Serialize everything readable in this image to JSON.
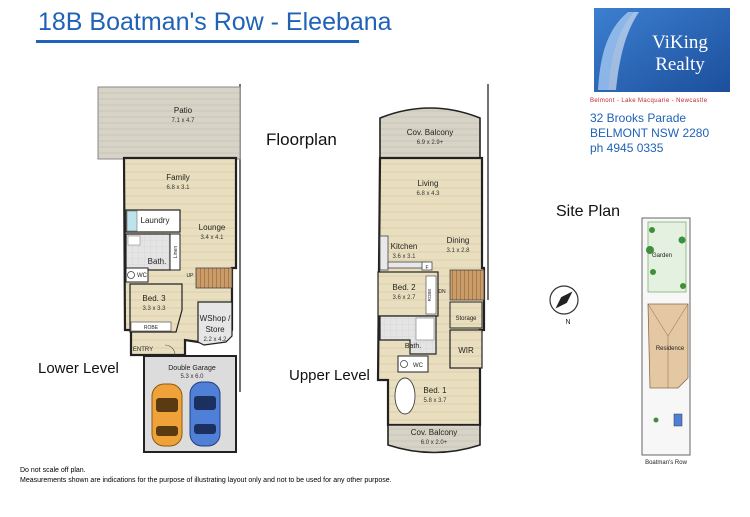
{
  "header": {
    "title": "18B Boatman's Row - Eleebana"
  },
  "labels": {
    "floorplan": "Floorplan",
    "site_plan": "Site Plan",
    "lower_level": "Lower Level",
    "upper_level": "Upper Level"
  },
  "agency": {
    "name_line1": "ViKing",
    "name_line2": "Realty",
    "tagline": "Belmont - Lake Macquarie - Newcastle",
    "address_line1": "32 Brooks Parade",
    "address_line2": "BELMONT NSW 2280",
    "phone": "ph 4945 0335",
    "brand_color": "#1f62b7",
    "accent_color": "#c0262d"
  },
  "lower_rooms": {
    "patio": {
      "name": "Patio",
      "dims": "7.1 x 4.7"
    },
    "family": {
      "name": "Family",
      "dims": "6.8 x 3.1"
    },
    "laundry": {
      "name": "Laundry"
    },
    "lounge": {
      "name": "Lounge",
      "dims": "3.4 x 4.1"
    },
    "bath": {
      "name": "Bath."
    },
    "linen": {
      "name": "Linen"
    },
    "wc": {
      "name": "WC"
    },
    "up": {
      "name": "UP"
    },
    "bed3": {
      "name": "Bed. 3",
      "dims": "3.3 x 3.3"
    },
    "robe": {
      "name": "ROBE"
    },
    "wshop": {
      "name": "WShop /",
      "name2": "Store",
      "dims": "2.2 x 4.2"
    },
    "entry": {
      "name": "ENTRY"
    },
    "garage": {
      "name": "Double Garage",
      "dims": "5.3 x 6.0"
    }
  },
  "upper_rooms": {
    "balcony_top": {
      "name": "Cov. Balcony",
      "dims": "6.9 x 2.9+"
    },
    "living": {
      "name": "Living",
      "dims": "6.8 x 4.3"
    },
    "kitchen": {
      "name": "Kitchen",
      "dims": "3.6 x 3.1"
    },
    "dining": {
      "name": "Dining",
      "dims": "3.1 x 2.8"
    },
    "fridge": {
      "name": "F"
    },
    "bed2": {
      "name": "Bed. 2",
      "dims": "3.6 x 2.7"
    },
    "robe": {
      "name": "ROBE"
    },
    "dn": {
      "name": "DN"
    },
    "storage": {
      "name": "Storage"
    },
    "bath": {
      "name": "Bath."
    },
    "wc": {
      "name": "WC"
    },
    "wir": {
      "name": "WIR"
    },
    "bed1": {
      "name": "Bed. 1",
      "dims": "5.8 x 3.7"
    },
    "balcony_bottom": {
      "name": "Cov. Balcony",
      "dims": "6.0 x 2.0+"
    }
  },
  "site": {
    "garden": "Garden",
    "residence": "Residence",
    "street": "Boatman's Row",
    "north": "N"
  },
  "footer": {
    "line1": "Do not scale off plan.",
    "line2": "Measurements shown are indications for the purpose of illustrating layout only and not to be used for any other purpose."
  }
}
